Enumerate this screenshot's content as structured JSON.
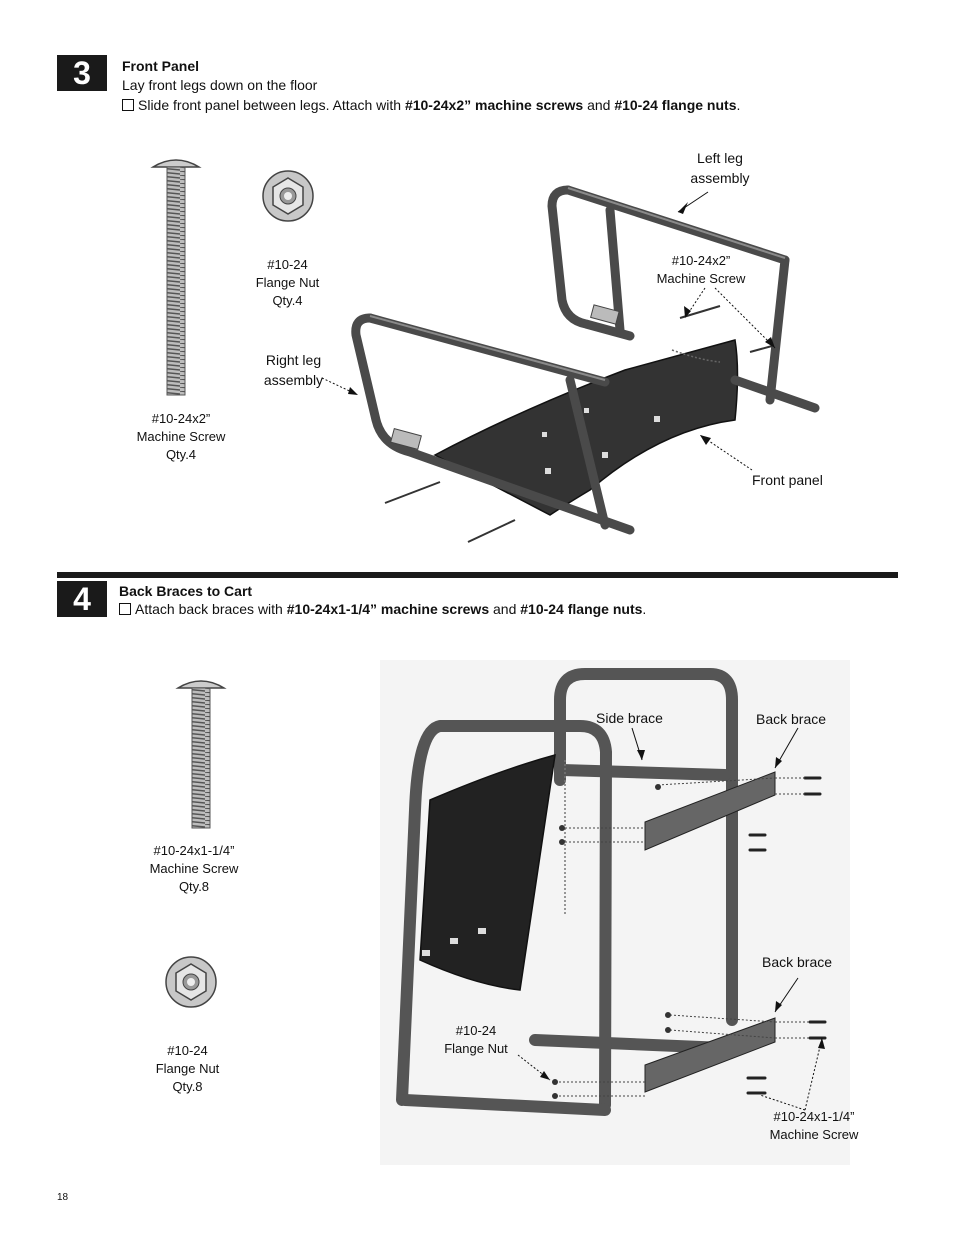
{
  "step3": {
    "number": "3",
    "title": "Front Panel",
    "line1": "Lay front legs down on the floor",
    "instr": {
      "pre": "Slide front panel between legs. Attach with ",
      "bold1": "#10-24x2” machine screws",
      "mid": " and ",
      "bold2": "#10-24 flange nuts",
      "post": "."
    },
    "parts": {
      "screw": [
        "#10-24x2”",
        "Machine Screw",
        "Qty.4"
      ],
      "nut": [
        "#10-24",
        "Flange Nut",
        "Qty.4"
      ]
    },
    "callouts": {
      "left_leg": [
        "Left leg",
        "assembly"
      ],
      "right_leg": [
        "Right leg",
        "assembly"
      ],
      "screw": [
        "#10-24x2”",
        "Machine Screw"
      ],
      "front_panel": "Front panel"
    }
  },
  "step4": {
    "number": "4",
    "title": "Back Braces to Cart",
    "instr": {
      "pre": "Attach back braces with ",
      "bold1": "#10-24x1-1/4” machine screws",
      "mid": " and ",
      "bold2": "#10-24 flange nuts",
      "post": "."
    },
    "parts": {
      "screw": [
        "#10-24x1-1/4”",
        "Machine Screw",
        "Qty.8"
      ],
      "nut": [
        "#10-24",
        "Flange Nut",
        "Qty.8"
      ]
    },
    "callouts": {
      "side_brace": "Side brace",
      "back_brace_top": "Back brace",
      "back_brace_bottom": "Back brace",
      "nut": [
        "#10-24",
        "Flange Nut"
      ],
      "screw": [
        "#10-24x1-1/4”",
        "Machine Screw"
      ]
    }
  },
  "page_number": "18"
}
